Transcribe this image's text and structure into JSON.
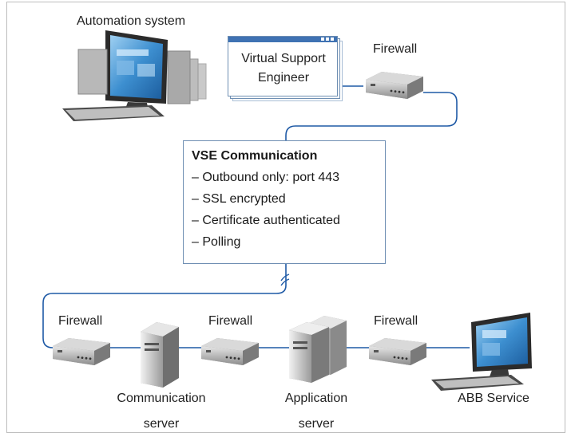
{
  "labels": {
    "automation_system": "Automation system",
    "vse_line1": "Virtual Support",
    "vse_line2": "Engineer",
    "firewall_top": "Firewall",
    "firewall_left": "Firewall",
    "firewall_mid": "Firewall",
    "firewall_right": "Firewall",
    "comm_server_line1": "Communication",
    "comm_server_line2": "server",
    "app_server_line1": "Application",
    "app_server_line2": "server",
    "abb_service": "ABB Service"
  },
  "communication": {
    "title": "VSE Communication",
    "items": [
      "– Outbound only: port 443",
      "– SSL encrypted",
      "– Certificate authenticated",
      "– Polling"
    ]
  },
  "colors": {
    "line": "#1f5aa6",
    "window_border": "#6f8fb3",
    "titlebar": "#3f72b3",
    "screen": "#3d8fd0",
    "device_gray": "#9a9a9a"
  },
  "icons": [
    "workstation-icon",
    "firewall-icon",
    "server-icon",
    "app-server-icon",
    "abb-workstation-icon"
  ]
}
